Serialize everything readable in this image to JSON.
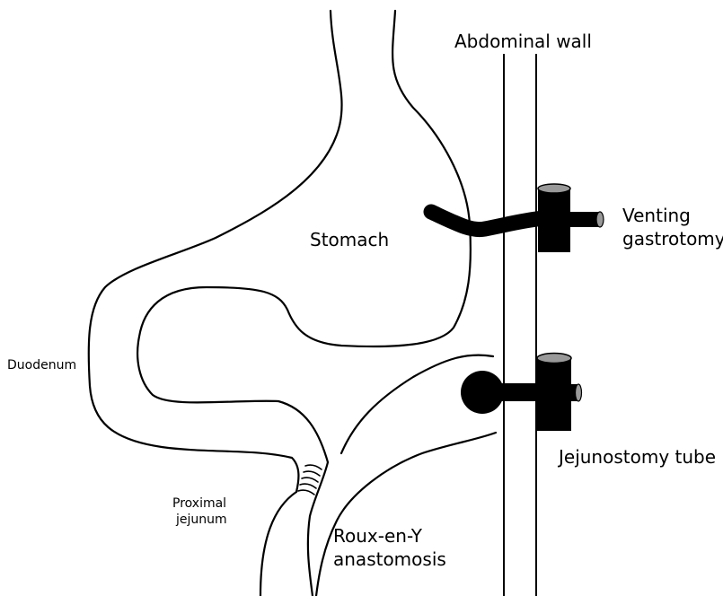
{
  "labels": {
    "abdominal_wall": "Abdominal wall",
    "stomach": "Stomach",
    "venting_gastrotomy_1": "Venting",
    "venting_gastrotomy_2": "gastrotomy",
    "duodenum": "Duodenum",
    "proximal_jejunum_1": "Proximal",
    "proximal_jejunum_2": "jejunum",
    "roux_en_y_1": "Roux-en-Y",
    "roux_en_y_2": "anastomosis",
    "jejunostomy_tube": "Jejunostomy tube"
  },
  "colors": {
    "ink": "#000000",
    "tube_cap": "#999999",
    "background": "#ffffff"
  }
}
